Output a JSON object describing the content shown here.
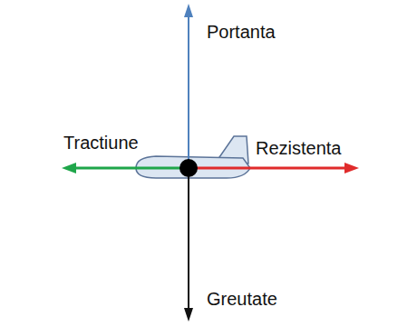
{
  "diagram": {
    "labels": [
      "Portanta",
      "Tractiune",
      "Rezistenta",
      "Greutate"
    ]
  }
}
